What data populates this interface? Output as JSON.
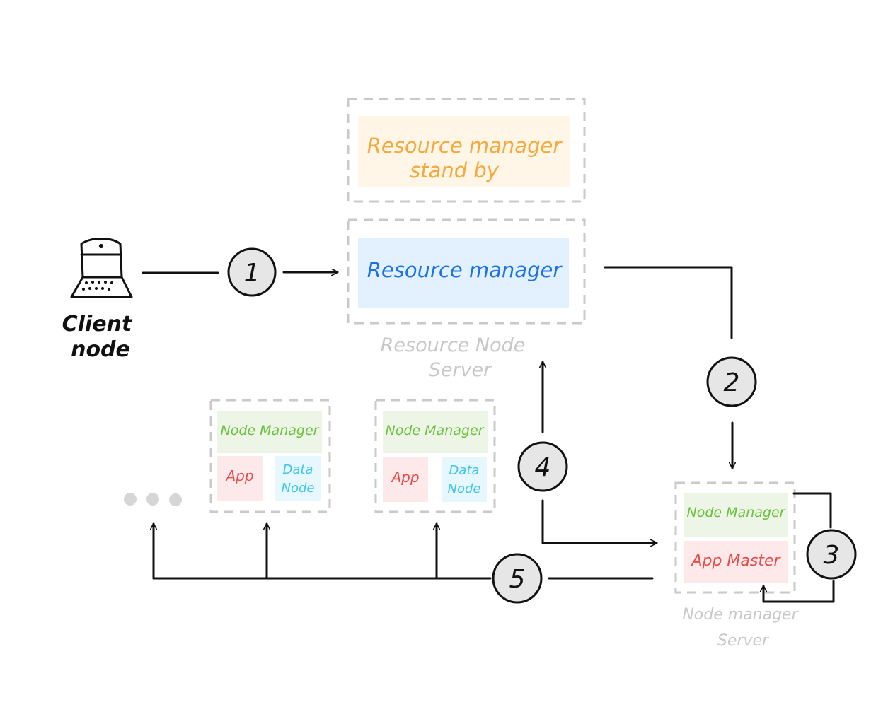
{
  "client": {
    "label_line1": "Client",
    "label_line2": "node",
    "icon": "laptop-icon"
  },
  "resource_server": {
    "standby_line1": "Resource manager",
    "standby_line2": "stand by",
    "active_label": "Resource manager",
    "caption_line1": "Resource Node",
    "caption_line2": "Server"
  },
  "worker_nodes": [
    {
      "manager": "Node Manager",
      "app": "App",
      "data_line1": "Data",
      "data_line2": "Node"
    },
    {
      "manager": "Node Manager",
      "app": "App",
      "data_line1": "Data",
      "data_line2": "Node"
    }
  ],
  "master_node": {
    "manager": "Node Manager",
    "app_master": "App Master",
    "caption_line1": "Node manager",
    "caption_line2": "Server"
  },
  "steps": [
    "1",
    "2",
    "3",
    "4",
    "5"
  ],
  "colors": {
    "standby_text": "#f5a93b",
    "standby_fill": "#fff6e8",
    "active_text": "#1a73e8",
    "active_fill": "#e3f0fd",
    "manager_text": "#6cc040",
    "manager_fill": "#edf5e6",
    "app_text": "#e84a4a",
    "app_fill": "#fde9ea",
    "data_text": "#3fc4ea",
    "data_fill": "#e6f8fe",
    "caption_text": "#c8c8c8",
    "dash": "#c9c9c9",
    "circle_fill": "#e6e6e6",
    "line": "#111111"
  }
}
